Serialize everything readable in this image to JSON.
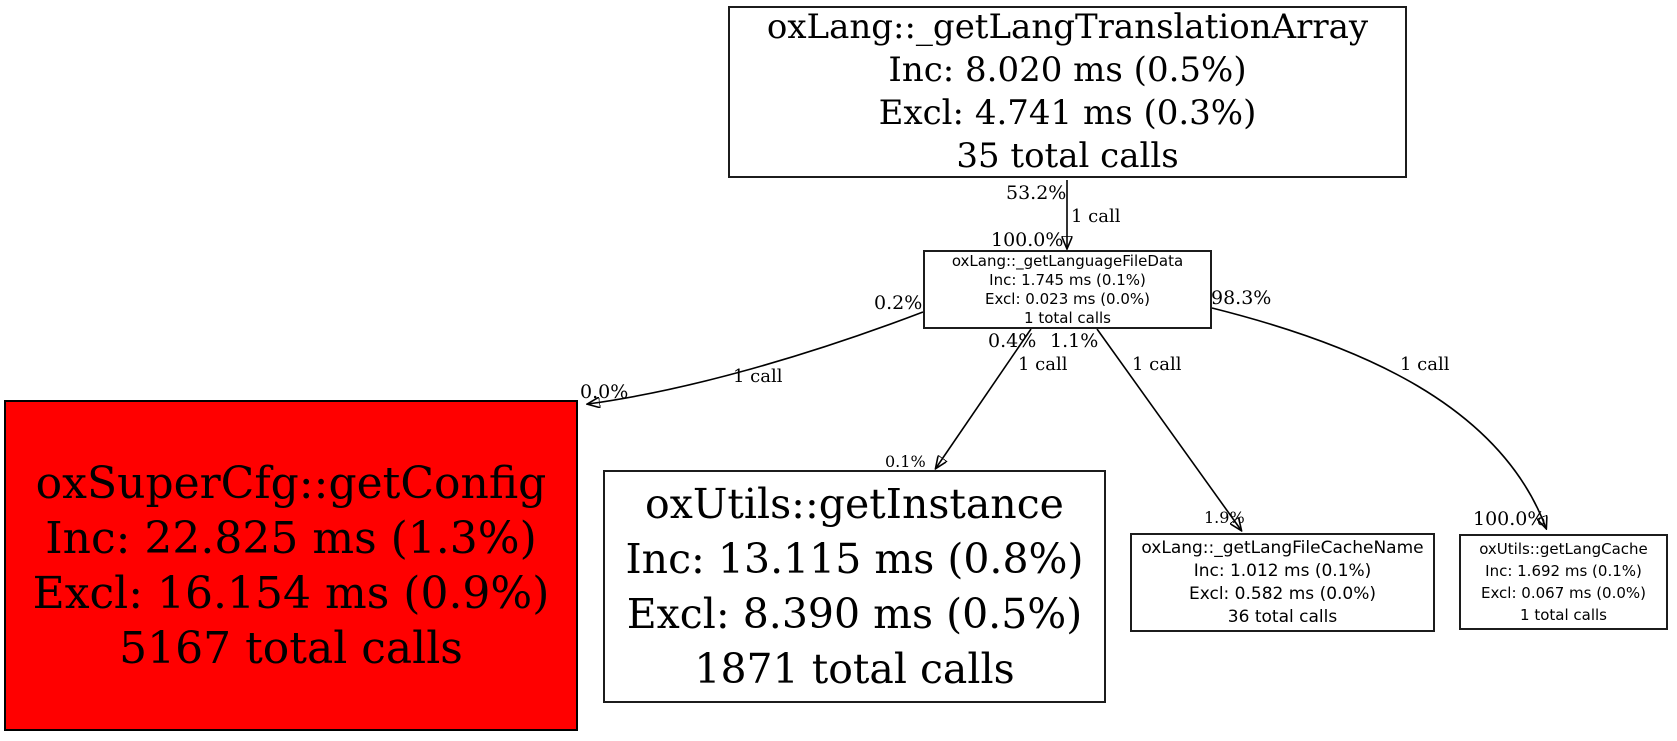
{
  "colors": {
    "hot_node_fill": "#ff0000",
    "node_fill": "#ffffff",
    "edge_stroke": "#000000",
    "text": "#000000"
  },
  "nodes": {
    "translation_array": {
      "name": "oxLang::_getLangTranslationArray",
      "inc": "Inc: 8.020 ms (0.5%)",
      "excl": "Excl: 4.741 ms (0.3%)",
      "calls": "35 total calls"
    },
    "language_file_data": {
      "name": "oxLang::_getLanguageFileData",
      "inc": "Inc: 1.745 ms (0.1%)",
      "excl": "Excl: 0.023 ms (0.0%)",
      "calls": "1 total calls"
    },
    "get_config": {
      "name": "oxSuperCfg::getConfig",
      "inc": "Inc: 22.825 ms (1.3%)",
      "excl": "Excl: 16.154 ms (0.9%)",
      "calls": "5167 total calls",
      "fill": "#ff0000"
    },
    "get_instance": {
      "name": "oxUtils::getInstance",
      "inc": "Inc: 13.115 ms (0.8%)",
      "excl": "Excl: 8.390 ms (0.5%)",
      "calls": "1871 total calls"
    },
    "lang_file_cache_name": {
      "name": "oxLang::_getLangFileCacheName",
      "inc": "Inc: 1.012 ms (0.1%)",
      "excl": "Excl: 0.582 ms (0.0%)",
      "calls": "36 total calls"
    },
    "get_lang_cache": {
      "name": "oxUtils::getLangCache",
      "inc": "Inc: 1.692 ms (0.1%)",
      "excl": "Excl: 0.067 ms (0.0%)",
      "calls": "1 total calls"
    }
  },
  "edges": {
    "to_language_file_data": {
      "source_pct": "53.2%",
      "calls": "1 call",
      "target_pct": "100.0%"
    },
    "to_get_config": {
      "source_pct": "0.2%",
      "calls": "1 call",
      "target_pct": "0.0%"
    },
    "to_get_instance": {
      "source_pct": "0.4%",
      "calls": "1 call",
      "target_pct": "0.1%"
    },
    "to_lang_file_cache": {
      "source_pct": "1.1%",
      "calls": "1 call",
      "target_pct": "1.9%"
    },
    "to_get_lang_cache": {
      "source_pct": "98.3%",
      "calls": "1 call",
      "target_pct": "100.0%"
    }
  }
}
